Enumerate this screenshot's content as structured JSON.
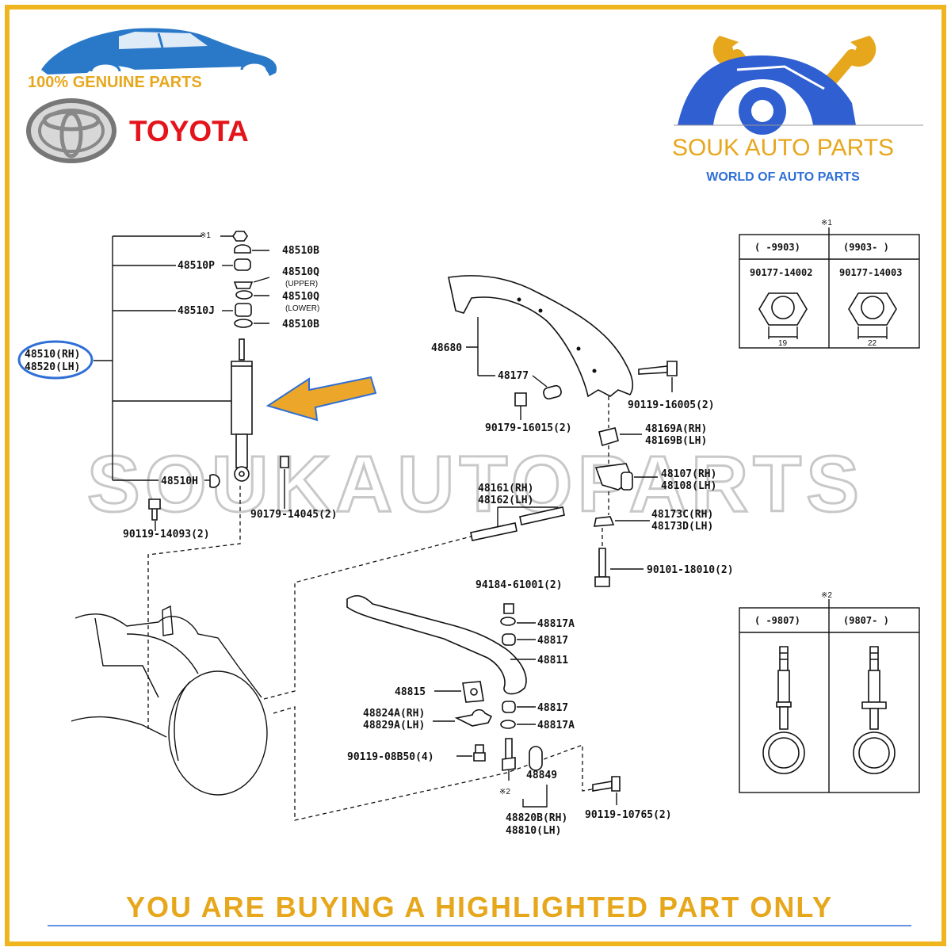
{
  "brand": {
    "genuine_text": "100% GENUINE PARTS",
    "make": "TOYOTA",
    "make_color": "#e4141b",
    "gold": "#e7a71d",
    "blue": "#2f6fd6"
  },
  "seller": {
    "name": "SOUK AUTO PARTS",
    "tagline": "WORLD OF AUTO PARTS"
  },
  "watermark": "SOUKAUTOPARTS",
  "footer": "YOU ARE BUYING A HIGHLIGHTED PART ONLY",
  "highlighted_part": [
    "48510(RH)",
    "48520(LH)"
  ],
  "shock_labels": {
    "note1": "※1",
    "b_top": "48510B",
    "p": "48510P",
    "q_upper": "48510Q",
    "upper": "(UPPER)",
    "q_lower": "48510Q",
    "lower": "(LOWER)",
    "j": "48510J",
    "b_bottom": "48510B",
    "h": "48510H",
    "bolt_a": "90119-14093(2)",
    "nut_a": "90179-14045(2)"
  },
  "crossmember_labels": {
    "frame": "48680",
    "bushing": "48177",
    "bolt": "90119-16005(2)",
    "nut": "90179-16015(2)",
    "plate_rh": "48169A(RH)",
    "plate_lh": "48169B(LH)",
    "arm_rh": "48107(RH)",
    "arm_lh": "48108(LH)",
    "bar_rh": "48161(RH)",
    "bar_lh": "48162(LH)",
    "spacer_rh": "48173C(RH)",
    "spacer_lh": "48173D(LH)",
    "lower_bolt": "90101-18010(2)"
  },
  "stabilizer_labels": {
    "nut": "94184-61001(2)",
    "retainer_a_top": "48817A",
    "cushion_top": "48817",
    "bar": "48811",
    "bushing": "48815",
    "cushion_bottom": "48817",
    "bracket_rh": "48824A(RH)",
    "bracket_lh": "48829A(LH)",
    "retainer_a_bottom": "48817A",
    "bracket_bolt": "90119-08B50(4)",
    "collar": "48849",
    "note2": "※2",
    "link_rh": "48820B(RH)",
    "link_lh": "48810(LH)",
    "link_bolt": "90119-10765(2)"
  },
  "table1": {
    "note": "※1",
    "col1_head": "(    -9903)",
    "col2_head": "(9903-    )",
    "col1_part": "90177-14002",
    "col2_part": "90177-14003",
    "col1_size": "19",
    "col2_size": "22"
  },
  "table2": {
    "note": "※2",
    "col1_head": "(    -9807)",
    "col2_head": "(9807-    )"
  }
}
